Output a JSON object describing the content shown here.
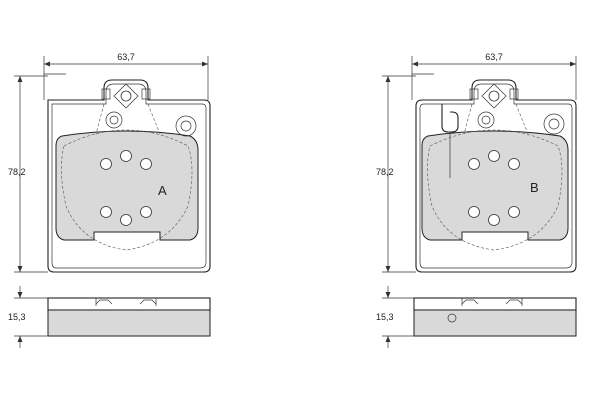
{
  "pads": [
    {
      "label": "A",
      "width_dimension": "63,7",
      "height_dimension": "78,2",
      "thickness_dimension": "15,3"
    },
    {
      "label": "B",
      "width_dimension": "63,7",
      "height_dimension": "78,2",
      "thickness_dimension": "15,3"
    }
  ],
  "colors": {
    "line": "#222222",
    "friction_material": "#d9d9d9",
    "background": "#ffffff"
  }
}
